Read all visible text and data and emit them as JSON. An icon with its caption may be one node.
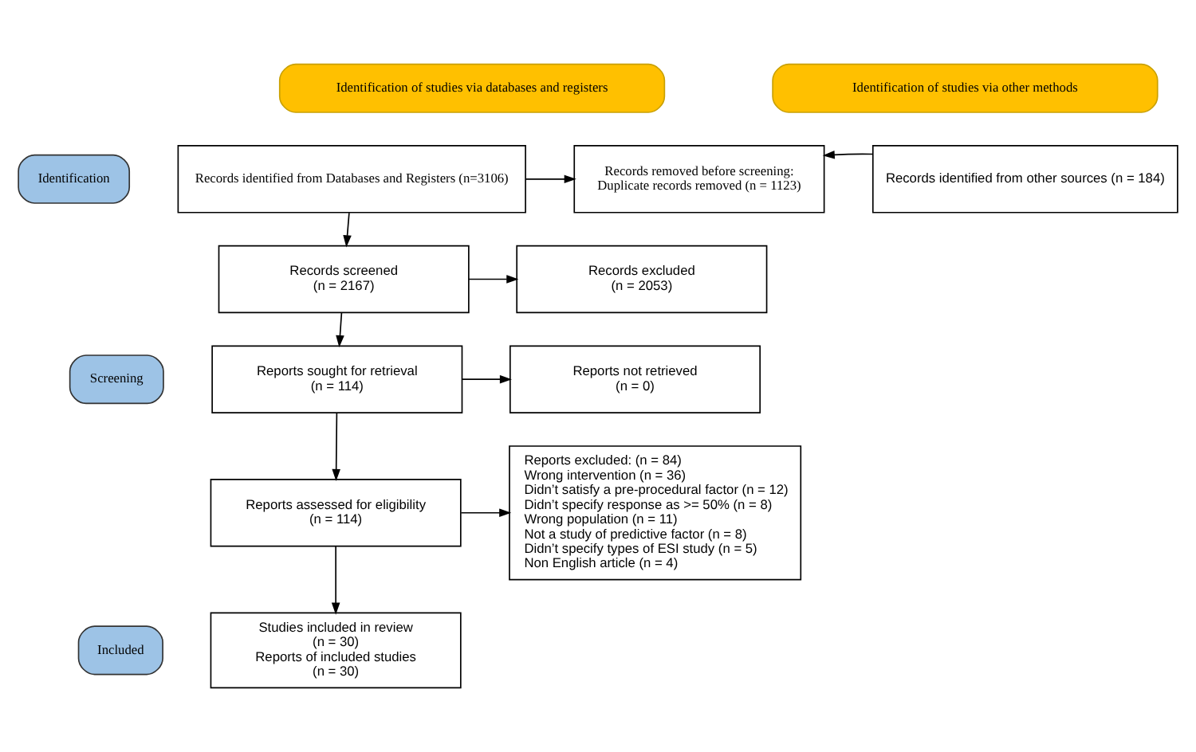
{
  "diagram": {
    "nodes": [
      {
        "text": [
          "Identification of studies via databases and registers"
        ]
      },
      {
        "text": [
          "Identification of studies via other methods"
        ]
      },
      {
        "text": [
          "Identification"
        ]
      },
      {
        "text": [
          "Records identified from Databases and Registers (n=3106)"
        ]
      },
      {
        "text": [
          "Records removed before screening:",
          "Duplicate records removed (n = 1123)"
        ]
      },
      {
        "text": [
          "Records identified from other sources (n = 184)"
        ]
      },
      {
        "text": [
          "Screening"
        ]
      },
      {
        "text": [
          "Records screened",
          "(n = 2167)"
        ]
      },
      {
        "text": [
          "Records excluded",
          "(n = 2053)"
        ]
      },
      {
        "text": [
          "Reports sought for retrieval",
          "(n = 114)"
        ]
      },
      {
        "text": [
          "Reports not retrieved",
          "(n = 0)"
        ]
      },
      {
        "text": [
          "Reports assessed for eligibility",
          "(n = 114)"
        ]
      },
      {
        "text": [
          "Reports excluded: (n = 84)",
          "Wrong intervention (n = 36)",
          "Didn’t satisfy a pre-procedural factor (n = 12)",
          "Didn’t specify response as >= 50% (n = 8)",
          "Wrong population (n = 11)",
          "Not a study of predictive factor (n = 8)",
          "Didn’t specify types of ESI study (n = 5)",
          "Non English article (n = 4)"
        ]
      },
      {
        "text": [
          "Included"
        ]
      },
      {
        "text": [
          "Studies included in review",
          "(n = 30)",
          "Reports of included studies",
          "(n = 30)"
        ]
      }
    ],
    "edges": [
      {
        "from": 3,
        "to": 4,
        "arrow": "to"
      },
      {
        "from": 5,
        "to": 4,
        "arrow": "to"
      },
      {
        "from": 3,
        "to": 7,
        "arrow": "to"
      },
      {
        "from": 7,
        "to": 8,
        "arrow": "to"
      },
      {
        "from": 7,
        "to": 9,
        "arrow": "to"
      },
      {
        "from": 9,
        "to": 10,
        "arrow": "to"
      },
      {
        "from": 9,
        "to": 11,
        "arrow": "to"
      },
      {
        "from": 11,
        "to": 12,
        "arrow": "to"
      },
      {
        "from": 11,
        "to": 14,
        "arrow": "to"
      }
    ]
  }
}
